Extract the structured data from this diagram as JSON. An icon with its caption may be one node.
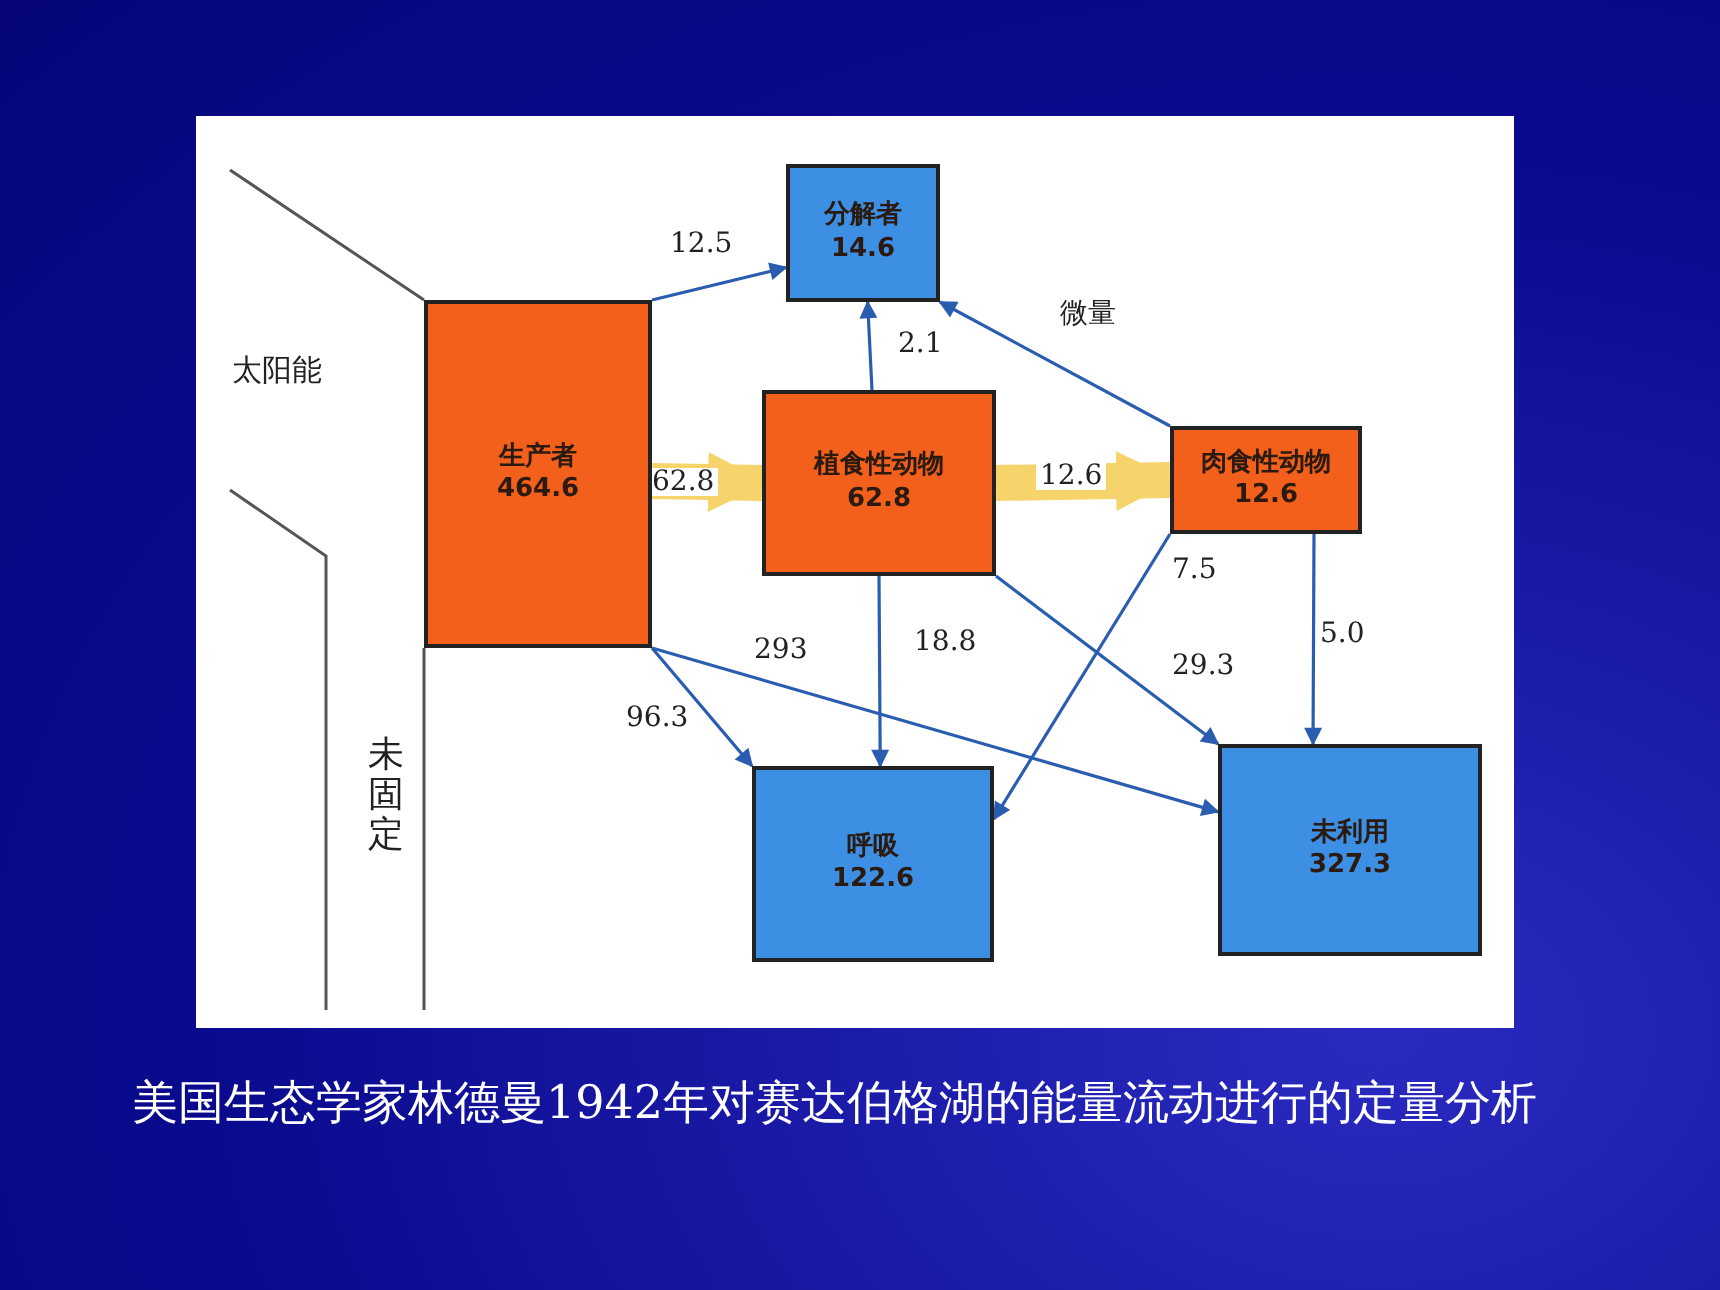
{
  "diagram": {
    "caption": "美国生态学家林德曼1942年对赛达伯格湖的能量流动进行的定量分析",
    "nodes": [
      {
        "text": [
          "生产者",
          "464.6"
        ]
      },
      {
        "text": [
          "分解者",
          "14.6"
        ]
      },
      {
        "text": [
          "植食性动物",
          "62.8"
        ]
      },
      {
        "text": [
          "肉食性动物",
          "12.6"
        ]
      },
      {
        "text": [
          "呼吸",
          "122.6"
        ]
      },
      {
        "text": [
          "未利用",
          "327.3"
        ]
      }
    ],
    "edges": [
      {
        "from": 0,
        "to": 1,
        "arrow": "to",
        "label": "12.5"
      },
      {
        "from": 0,
        "to": 2,
        "arrow": "to",
        "label": "62.8",
        "style": "thick",
        "color": "#f6d36b"
      },
      {
        "from": 2,
        "to": 1,
        "arrow": "to",
        "label": "2.1"
      },
      {
        "from": 3,
        "to": 1,
        "arrow": "to",
        "label": "微量"
      },
      {
        "from": 2,
        "to": 3,
        "arrow": "to",
        "label": "12.6",
        "style": "thick",
        "color": "#f6d36b"
      },
      {
        "from": 2,
        "to": 4,
        "arrow": "to",
        "label": "18.8"
      },
      {
        "from": 2,
        "to": 5,
        "arrow": "to",
        "label": "29.3"
      },
      {
        "from": 3,
        "to": 4,
        "arrow": "to",
        "label": "7.5"
      },
      {
        "from": 3,
        "to": 5,
        "arrow": "to",
        "label": "5.0"
      },
      {
        "from": 0,
        "to": 4,
        "arrow": "to",
        "label": "96.3"
      },
      {
        "from": 0,
        "to": 5,
        "arrow": "to",
        "label": "293"
      }
    ],
    "labels": [
      "太阳能",
      "未固定"
    ]
  }
}
